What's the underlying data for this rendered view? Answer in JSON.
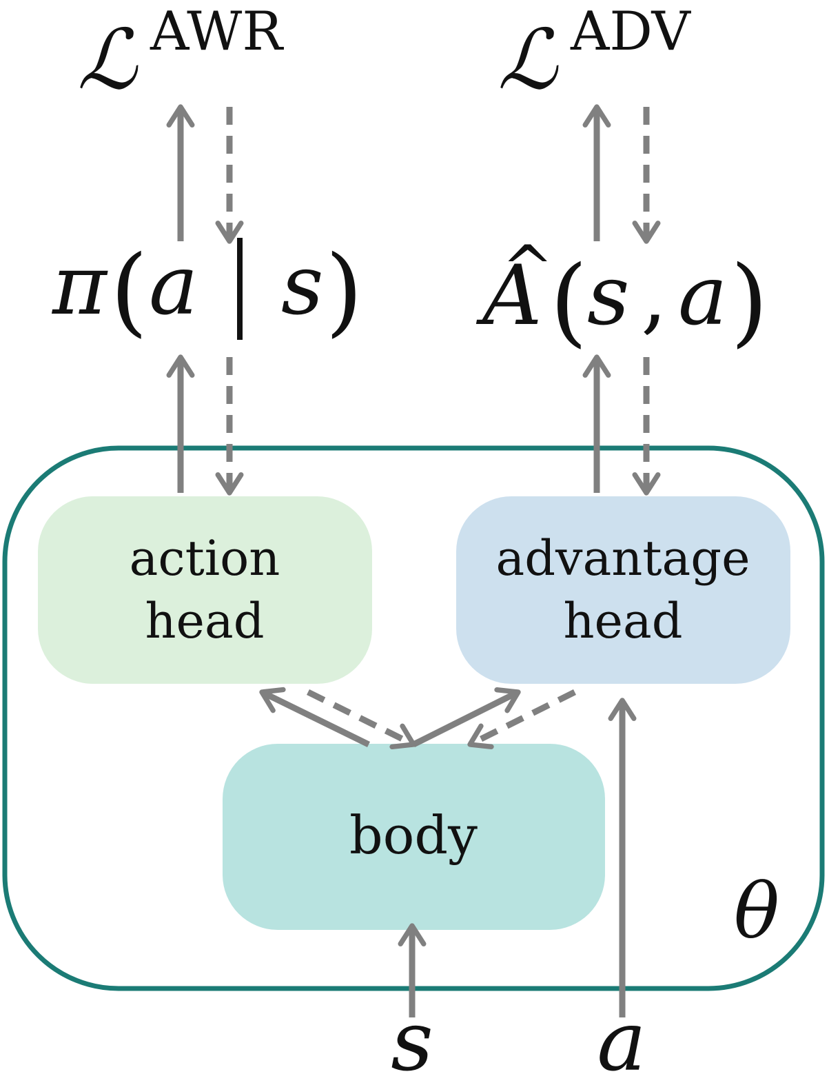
{
  "colors": {
    "arrow": "#808080",
    "container_border": "#1b7b75",
    "action_head_fill": "#dcf0dc",
    "advantage_head_fill": "#cde0ee",
    "body_fill": "#b8e3e0",
    "text": "#111111"
  },
  "losses": {
    "awr": {
      "symbol": "ℒ",
      "superscript": "AWR"
    },
    "adv": {
      "symbol": "ℒ",
      "superscript": "ADV"
    }
  },
  "outputs": {
    "policy": {
      "pi": "π",
      "open_paren": "(",
      "a": "a",
      "bar": "|",
      "s": "s",
      "close_paren": ")"
    },
    "advantage": {
      "hat": "^",
      "A": "A",
      "open_paren": "(",
      "s": "s",
      "comma": ",",
      "a": "a",
      "close_paren": ")"
    }
  },
  "modules": {
    "action_head": {
      "line1": "action",
      "line2": "head"
    },
    "advantage_head": {
      "line1": "advantage",
      "line2": "head"
    },
    "body": {
      "label": "body"
    }
  },
  "network": {
    "param_label": "θ"
  },
  "inputs": {
    "s": "s",
    "a": "a"
  }
}
